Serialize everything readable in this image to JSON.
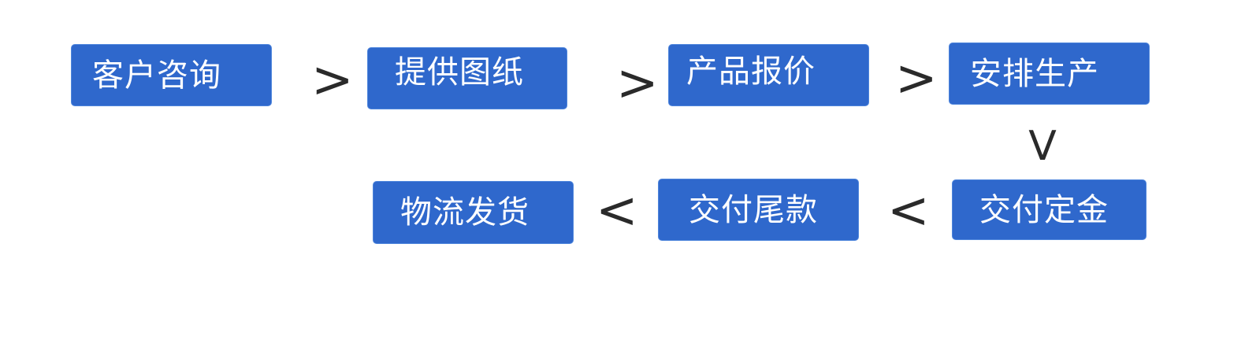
{
  "flow": {
    "row1": [
      "客户咨询",
      "提供图纸",
      "产品报价",
      "安排生产"
    ],
    "row2": [
      "物流发货",
      "交付尾款",
      "交付定金"
    ],
    "arrows": {
      "right": ">",
      "down": "V",
      "left": "<"
    }
  },
  "colors": {
    "box_fill": "#2f68cc",
    "box_text": "#ffffff",
    "arrow": "#2a2a2a"
  }
}
